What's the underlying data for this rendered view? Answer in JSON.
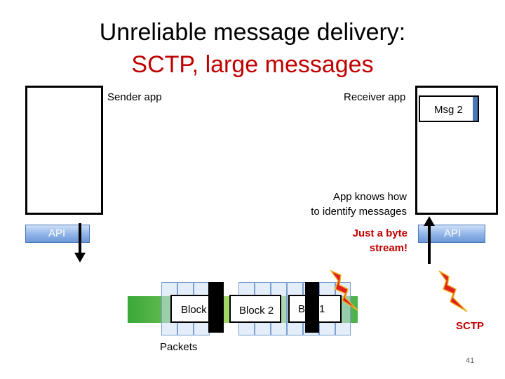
{
  "title": {
    "line1": "Unreliable message delivery:",
    "line2": "SCTP, large messages"
  },
  "sender": {
    "label": "Sender app",
    "api_label": "API"
  },
  "receiver": {
    "label": "Receiver app",
    "api_label": "API",
    "message_label": "Msg 2",
    "note_line1": "App knows how",
    "note_line2": "to identify messages"
  },
  "stream_note": {
    "line1": "Just a byte",
    "line2": "stream!"
  },
  "blocks": [
    {
      "label": "Block"
    },
    {
      "label": "Block 2"
    },
    {
      "label": "B  k 1"
    }
  ],
  "packets_label": "Packets",
  "protocol_label": "SCTP",
  "slide_number": "41",
  "colors": {
    "title_accent": "#c00000",
    "api_bar": "#6d98d8",
    "packet_band": "#3aa83a",
    "lightning": "#e02020"
  },
  "icons": [
    "lightning-icon",
    "arrow-down-icon",
    "arrow-up-icon"
  ]
}
